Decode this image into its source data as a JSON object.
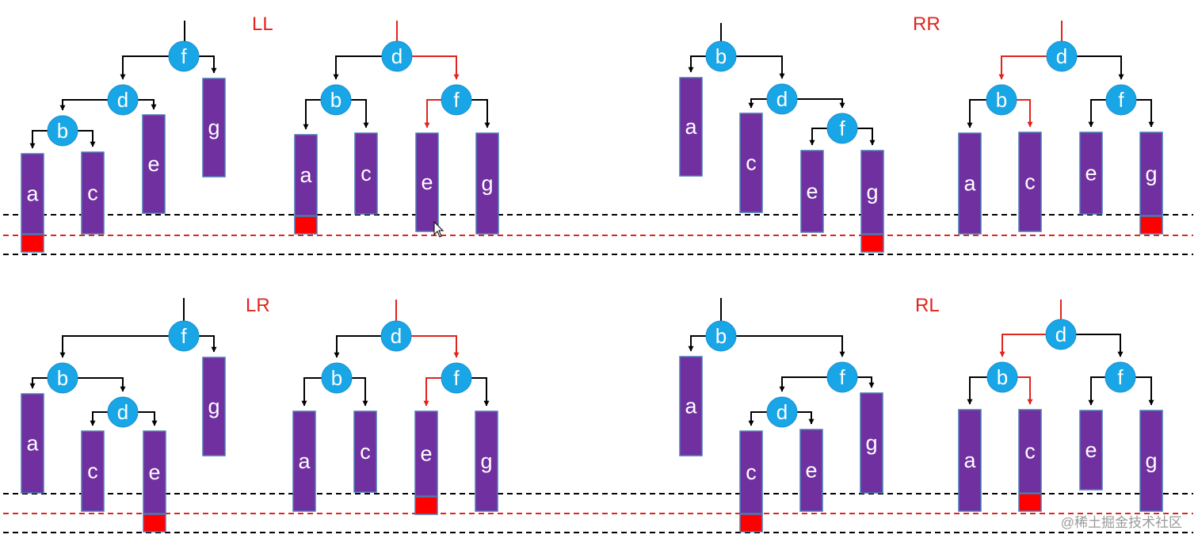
{
  "colors": {
    "node": "#19a6e6",
    "bar": "#7030a0",
    "bar_border": "#4a7ab5",
    "red_block": "#ff0000",
    "edge": "#000000",
    "edge_highlight": "#e0241e",
    "label": "#e0241e",
    "dash_black": "#000000",
    "dash_red": "#e0241e"
  },
  "cases": [
    {
      "title": "LL"
    },
    {
      "title": "RR"
    },
    {
      "title": "LR"
    },
    {
      "title": "RL"
    }
  ],
  "diagrams": [
    {
      "case": "LL",
      "stage": "before",
      "nodes": [
        {
          "label": "f"
        },
        {
          "label": "d"
        },
        {
          "label": "b"
        }
      ],
      "subtrees": [
        {
          "label": "a",
          "overflow": true
        },
        {
          "label": "c"
        },
        {
          "label": "e"
        },
        {
          "label": "g"
        }
      ]
    },
    {
      "case": "LL",
      "stage": "after",
      "nodes": [
        {
          "label": "d"
        },
        {
          "label": "b"
        },
        {
          "label": "f"
        }
      ],
      "subtrees": [
        {
          "label": "a",
          "overflow": true
        },
        {
          "label": "c"
        },
        {
          "label": "e"
        },
        {
          "label": "g"
        }
      ]
    },
    {
      "case": "RR",
      "stage": "before",
      "nodes": [
        {
          "label": "b"
        },
        {
          "label": "d"
        },
        {
          "label": "f"
        }
      ],
      "subtrees": [
        {
          "label": "a"
        },
        {
          "label": "c"
        },
        {
          "label": "e"
        },
        {
          "label": "g",
          "overflow": true
        }
      ]
    },
    {
      "case": "RR",
      "stage": "after",
      "nodes": [
        {
          "label": "d"
        },
        {
          "label": "b"
        },
        {
          "label": "f"
        }
      ],
      "subtrees": [
        {
          "label": "a"
        },
        {
          "label": "c"
        },
        {
          "label": "e"
        },
        {
          "label": "g",
          "overflow": true
        }
      ]
    },
    {
      "case": "LR",
      "stage": "before",
      "nodes": [
        {
          "label": "f"
        },
        {
          "label": "b"
        },
        {
          "label": "d"
        }
      ],
      "subtrees": [
        {
          "label": "a"
        },
        {
          "label": "c"
        },
        {
          "label": "e",
          "overflow": true
        },
        {
          "label": "g"
        }
      ]
    },
    {
      "case": "LR",
      "stage": "after",
      "nodes": [
        {
          "label": "d"
        },
        {
          "label": "b"
        },
        {
          "label": "f"
        }
      ],
      "subtrees": [
        {
          "label": "a"
        },
        {
          "label": "c"
        },
        {
          "label": "e",
          "overflow": true
        },
        {
          "label": "g"
        }
      ]
    },
    {
      "case": "RL",
      "stage": "before",
      "nodes": [
        {
          "label": "b"
        },
        {
          "label": "f"
        },
        {
          "label": "d"
        }
      ],
      "subtrees": [
        {
          "label": "a"
        },
        {
          "label": "c",
          "overflow": true
        },
        {
          "label": "e"
        },
        {
          "label": "g"
        }
      ]
    },
    {
      "case": "RL",
      "stage": "after",
      "nodes": [
        {
          "label": "d"
        },
        {
          "label": "b"
        },
        {
          "label": "f"
        }
      ],
      "subtrees": [
        {
          "label": "a"
        },
        {
          "label": "c",
          "overflow": true
        },
        {
          "label": "e"
        },
        {
          "label": "g"
        }
      ]
    }
  ],
  "watermark": "@稀土掘金技术社区"
}
